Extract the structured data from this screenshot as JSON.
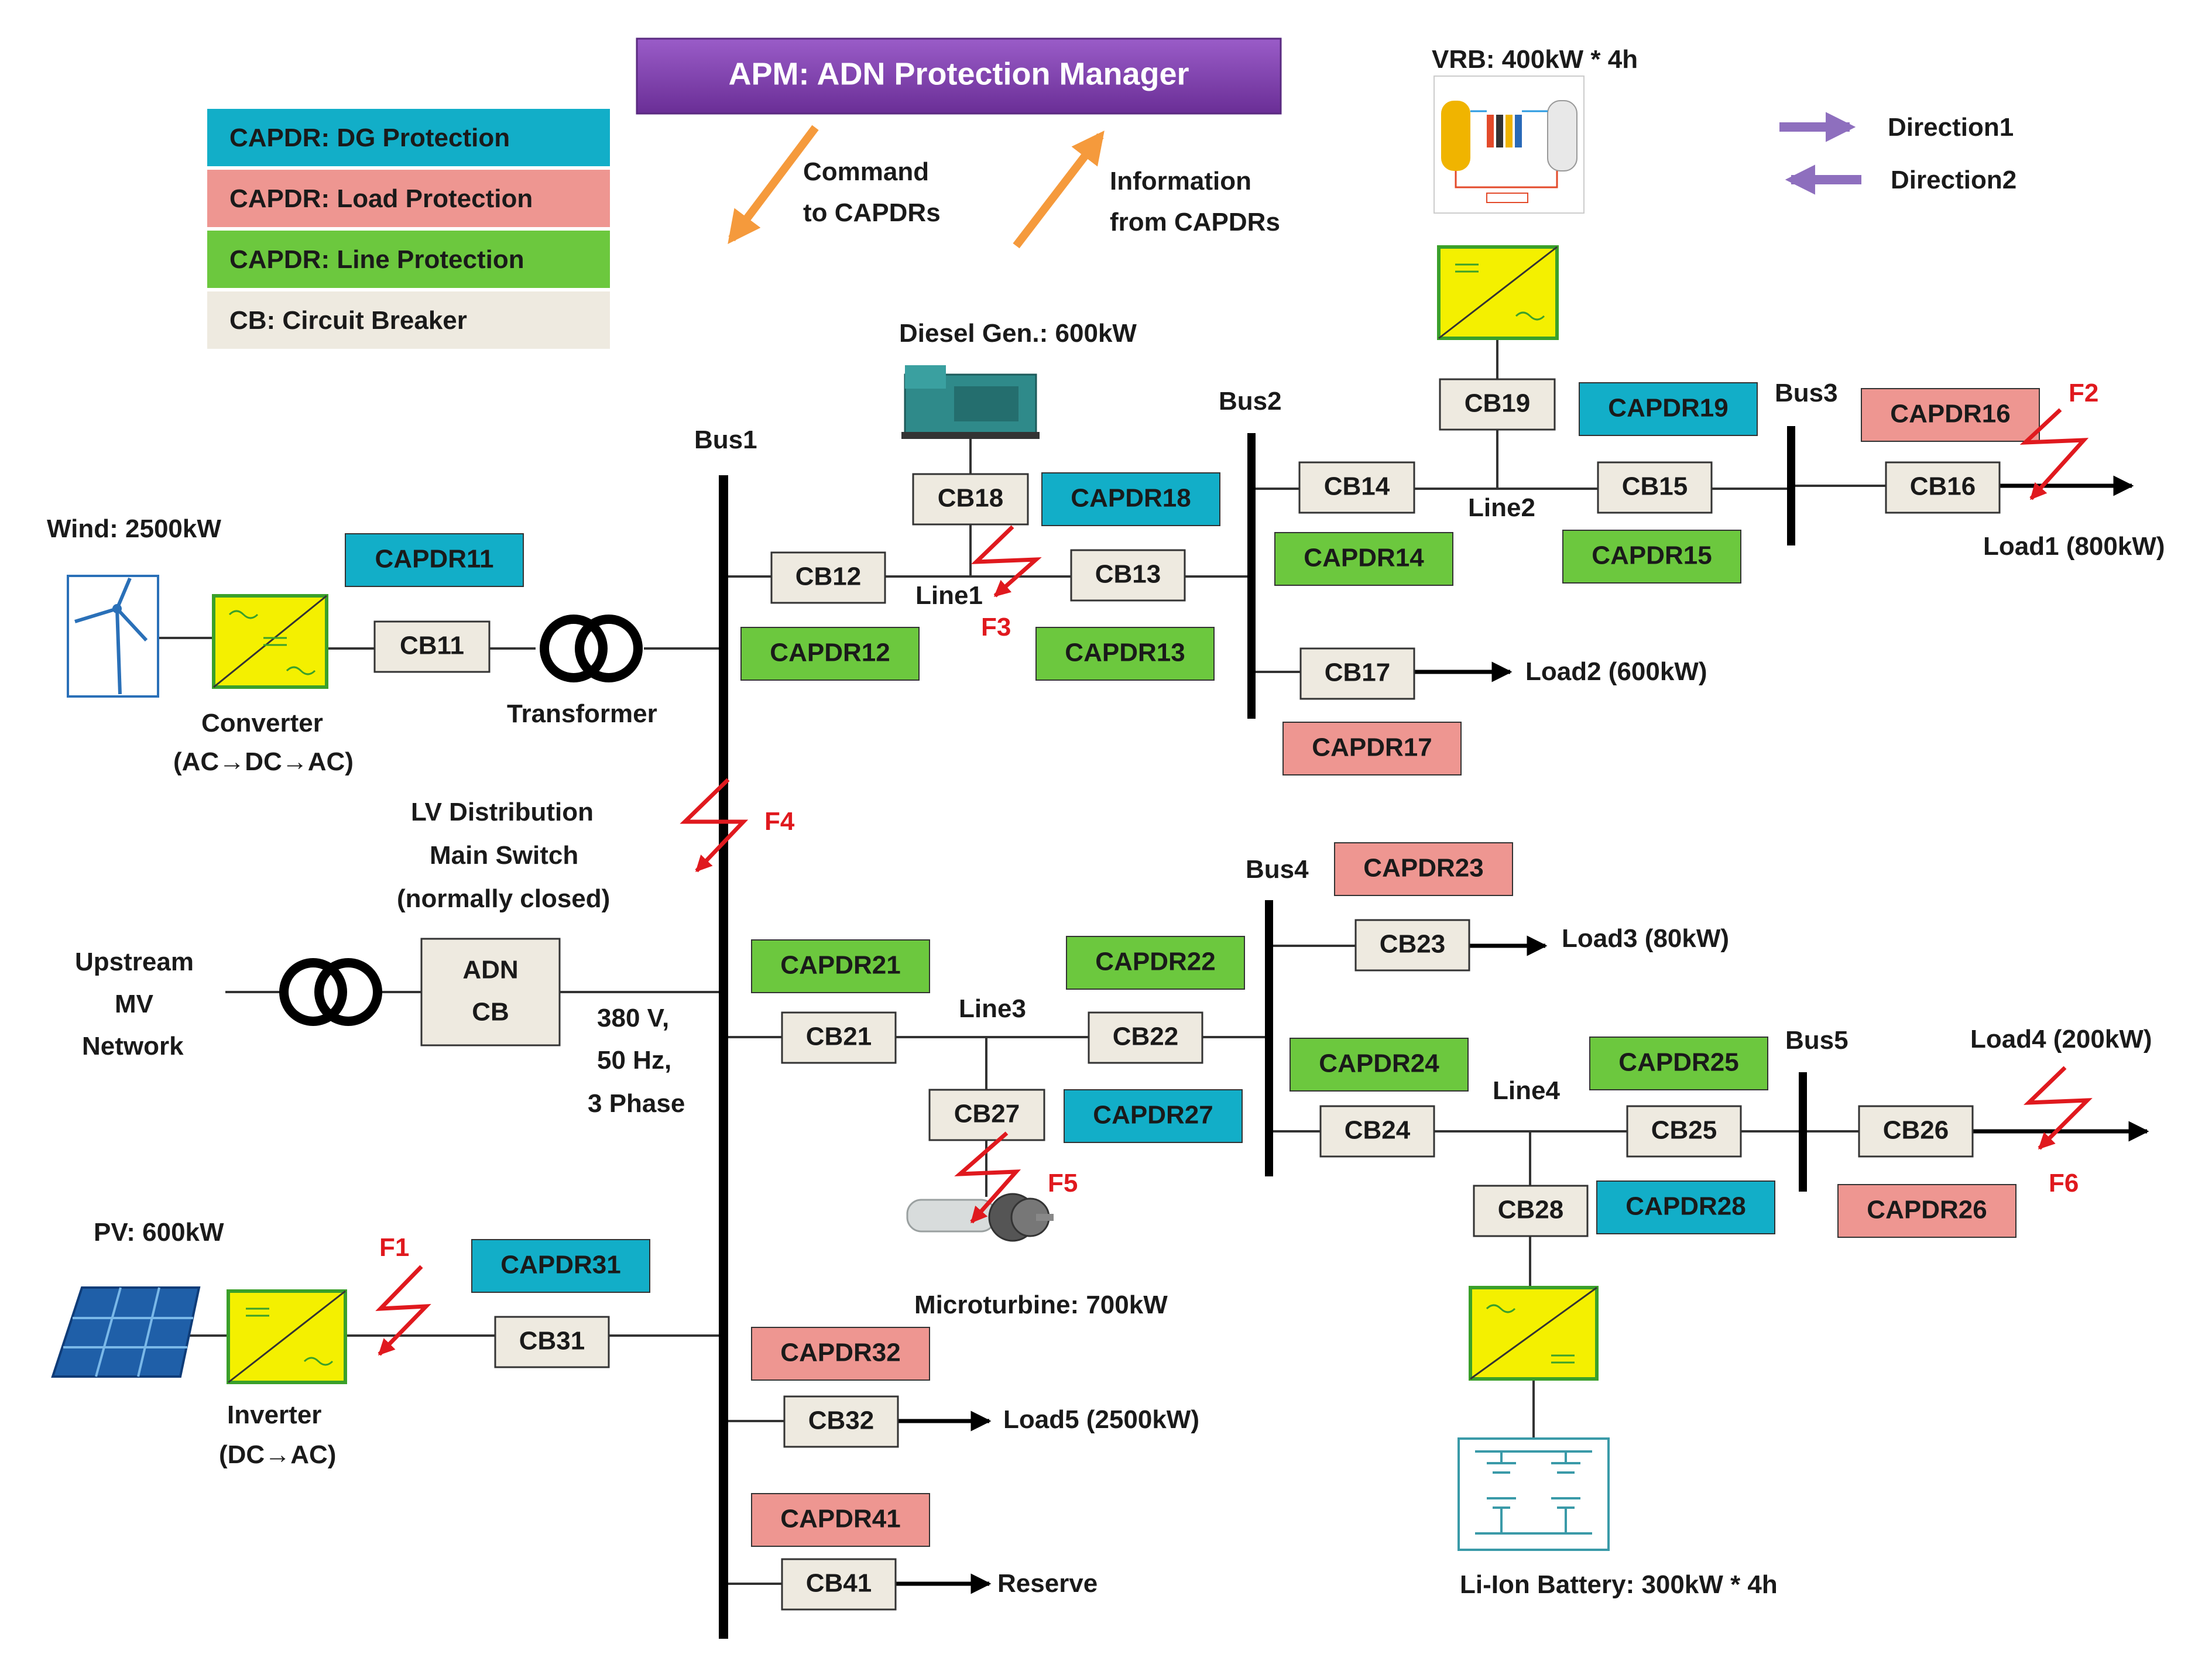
{
  "title": "APM:  ADN Protection Manager",
  "legend": [
    {
      "label": "CAPDR:  DG Protection",
      "color": "#12aec8"
    },
    {
      "label": "CAPDR:  Load Protection",
      "color": "#ee9691"
    },
    {
      "label": "CAPDR:  Line Protection",
      "color": "#6cc83e"
    },
    {
      "label": "CB:  Circuit Breaker",
      "color": "#eeeae0"
    }
  ],
  "arrows_text": {
    "command_line1": "Command",
    "command_line2": "to CAPDRs",
    "info_line1": "Information",
    "info_line2": "from CAPDRs"
  },
  "direction_legend": {
    "direction1": "Direction1",
    "direction2": "Direction2",
    "color": "#8e6fbe"
  },
  "colors": {
    "dg": "#12aec8",
    "load": "#ee9691",
    "line": "#6cc83e",
    "cb": "#eeeae0",
    "title": "#7c3ea8",
    "fault": "#e0191e",
    "command_arrow": "#f59a3c",
    "converter_fill": "#f4f000",
    "converter_border": "#3aa02a"
  },
  "labels": {
    "vrb": "VRB: 400kW * 4h",
    "diesel": "Diesel Gen.: 600kW",
    "wind": "Wind: 2500kW",
    "converter_1": "Converter",
    "converter_2": "(AC→DC→AC)",
    "transformer": "Transformer",
    "bus1": "Bus1",
    "bus2": "Bus2",
    "bus3": "Bus3",
    "bus4": "Bus4",
    "bus5": "Bus5",
    "line1": "Line1",
    "line2": "Line2",
    "line3": "Line3",
    "line4": "Line4",
    "load1": "Load1 (800kW)",
    "load2": "Load2 (600kW)",
    "load3": "Load3 (80kW)",
    "load4": "Load4 (200kW)",
    "load5": "Load5 (2500kW)",
    "reserve": "Reserve",
    "lv_1": "LV Distribution",
    "lv_2": "Main Switch",
    "lv_3": "(normally closed)",
    "upstream_1": "Upstream",
    "upstream_2": "MV",
    "upstream_3": "Network",
    "adn_1": "ADN",
    "adn_2": "CB",
    "volt_1": "380 V,",
    "volt_2": "50 Hz,",
    "volt_3": "3 Phase",
    "microturbine": "Microturbine: 700kW",
    "pv": "PV: 600kW",
    "inverter_1": "Inverter",
    "inverter_2": "(DC→AC)",
    "battery": "Li-Ion Battery: 300kW * 4h"
  },
  "faults": {
    "f1": "F1",
    "f2": "F2",
    "f3": "F3",
    "f4": "F4",
    "f5": "F5",
    "f6": "F6"
  },
  "cbs": {
    "cb11": "CB11",
    "cb12": "CB12",
    "cb13": "CB13",
    "cb14": "CB14",
    "cb15": "CB15",
    "cb16": "CB16",
    "cb17": "CB17",
    "cb18": "CB18",
    "cb19": "CB19",
    "cb21": "CB21",
    "cb22": "CB22",
    "cb23": "CB23",
    "cb24": "CB24",
    "cb25": "CB25",
    "cb26": "CB26",
    "cb27": "CB27",
    "cb28": "CB28",
    "cb31": "CB31",
    "cb32": "CB32",
    "cb41": "CB41"
  },
  "capdrs": {
    "c11": "CAPDR11",
    "c12": "CAPDR12",
    "c13": "CAPDR13",
    "c14": "CAPDR14",
    "c15": "CAPDR15",
    "c16": "CAPDR16",
    "c17": "CAPDR17",
    "c18": "CAPDR18",
    "c19": "CAPDR19",
    "c21": "CAPDR21",
    "c22": "CAPDR22",
    "c23": "CAPDR23",
    "c24": "CAPDR24",
    "c25": "CAPDR25",
    "c26": "CAPDR26",
    "c27": "CAPDR27",
    "c28": "CAPDR28",
    "c31": "CAPDR31",
    "c32": "CAPDR32",
    "c41": "CAPDR41"
  }
}
